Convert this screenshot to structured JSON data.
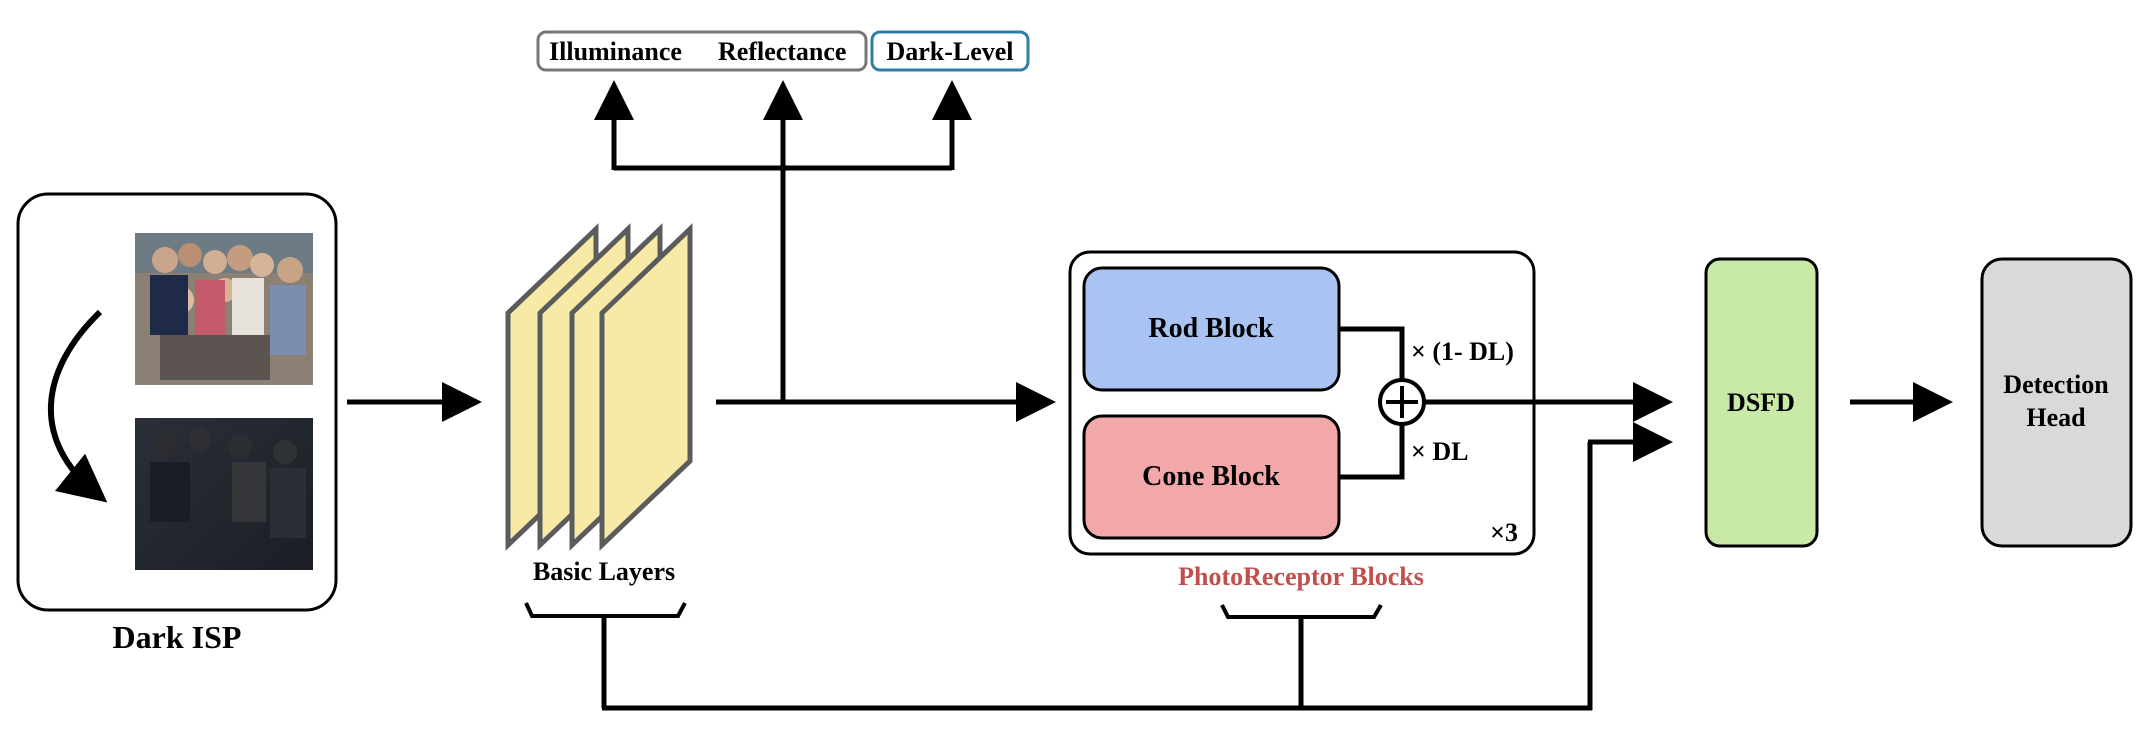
{
  "inputs": {
    "illuminance": "Illuminance",
    "reflectance": "Reflectance",
    "dark_level": "Dark-Level"
  },
  "dark_isp": {
    "label": "Dark ISP"
  },
  "basic_layers": {
    "label": "Basic Layers"
  },
  "photoreceptor": {
    "label": "PhotoReceptor Blocks",
    "rod_block": "Rod Block",
    "cone_block": "Cone Block",
    "rod_weight": "× (1- DL)",
    "cone_weight": "× DL",
    "repeat": "×3"
  },
  "dsfd": {
    "label": "DSFD"
  },
  "detection_head": {
    "line1": "Detection",
    "line2": "Head"
  },
  "colors": {
    "rod_fill": "#a9c4f3",
    "cone_fill": "#f2a8a8",
    "dsfd_fill": "#c9e9a7",
    "head_fill": "#d9d9d9",
    "layer_fill": "#f6eaa6",
    "photoreceptor_label": "#c0504d",
    "dark_level_border": "#2e7fa6",
    "input_border": "#777777"
  },
  "icons": [
    "curved-arrow-icon",
    "circled-plus-icon"
  ]
}
